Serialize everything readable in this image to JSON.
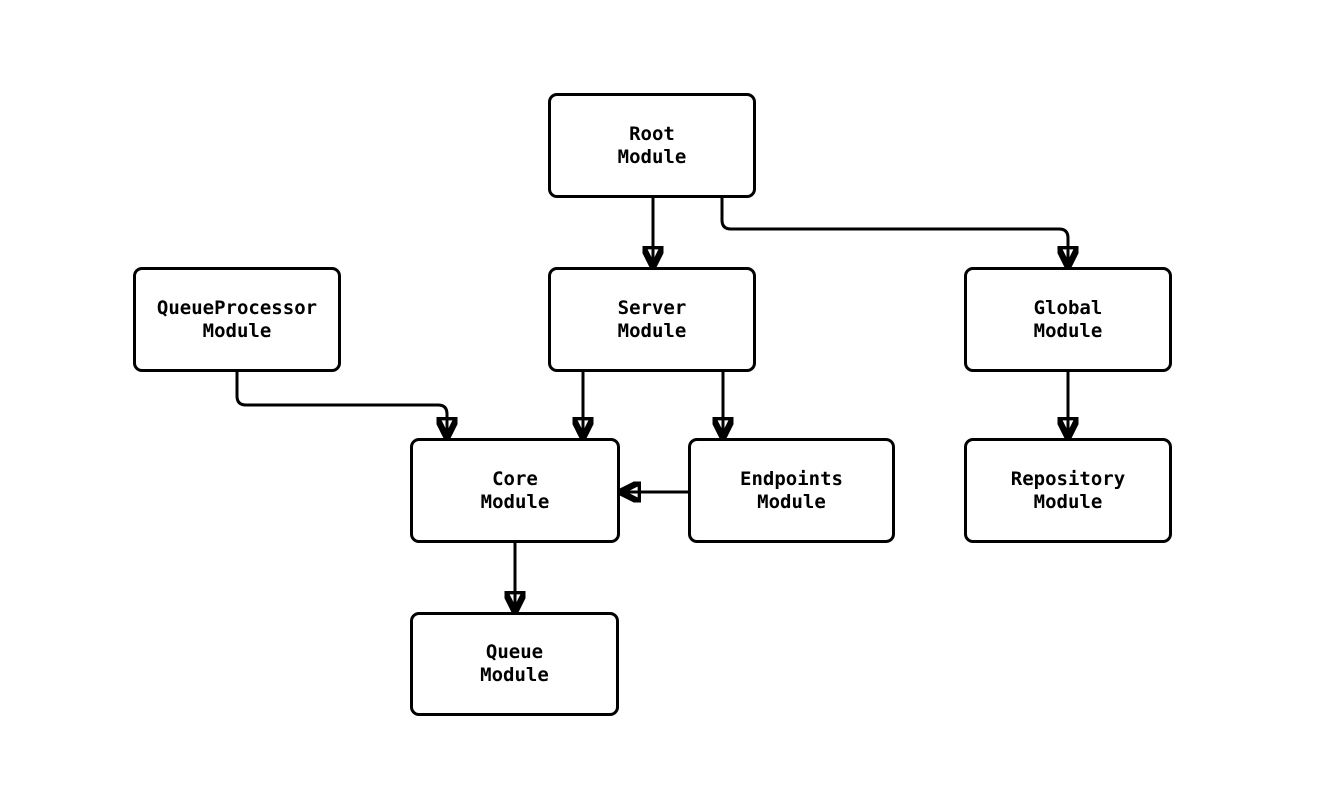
{
  "diagram": {
    "type": "module-dependency-graph",
    "colors": {
      "background": "#ffffff",
      "node_fill": "#ffffff",
      "node_stroke": "#000000",
      "edge_stroke": "#000000",
      "text": "#000000"
    },
    "nodes": [
      {
        "id": "root",
        "label": "Root\nModule"
      },
      {
        "id": "queueprocessor",
        "label": "QueueProcessor\nModule"
      },
      {
        "id": "server",
        "label": "Server\nModule"
      },
      {
        "id": "global",
        "label": "Global\nModule"
      },
      {
        "id": "core",
        "label": "Core\nModule"
      },
      {
        "id": "endpoints",
        "label": "Endpoints\nModule"
      },
      {
        "id": "repository",
        "label": "Repository\nModule"
      },
      {
        "id": "queue",
        "label": "Queue\nModule"
      }
    ],
    "edges": [
      {
        "from": "root",
        "to": "server"
      },
      {
        "from": "root",
        "to": "global"
      },
      {
        "from": "queueprocessor",
        "to": "core"
      },
      {
        "from": "server",
        "to": "core"
      },
      {
        "from": "server",
        "to": "endpoints"
      },
      {
        "from": "endpoints",
        "to": "core"
      },
      {
        "from": "global",
        "to": "repository"
      },
      {
        "from": "core",
        "to": "queue"
      }
    ]
  }
}
